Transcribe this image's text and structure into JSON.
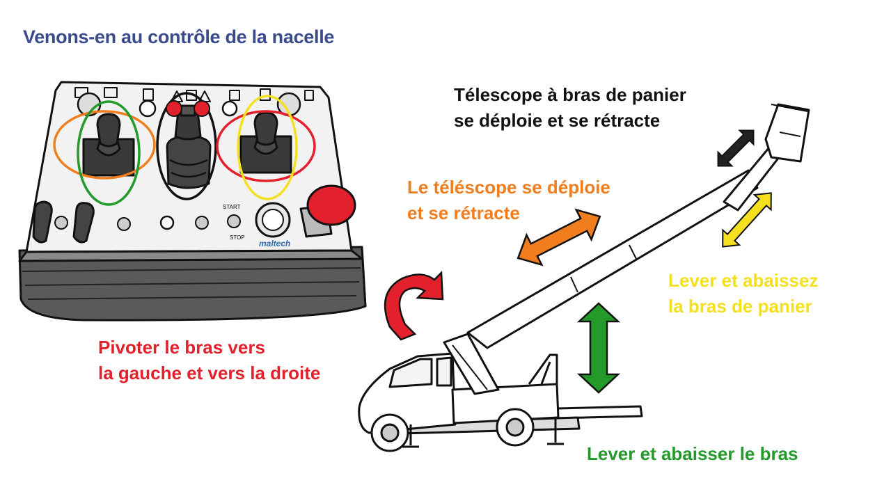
{
  "title": "Venons-en au contrôle de la nacelle",
  "panel": {
    "start_label": "START",
    "stop_label": "STOP",
    "brand": "maltech"
  },
  "labels": {
    "basket_telescope": [
      "Télescope à bras de panier",
      "se déploie et se rétracte"
    ],
    "telescope": [
      "Le téléscope se déploie",
      "et se rétracte"
    ],
    "basket_arm": [
      "Lever et abaissez",
      "la bras de panier"
    ],
    "rotate": [
      "Pivoter le bras vers",
      "la gauche et vers la droite"
    ],
    "lift_arm": [
      "Lever et abaisser le bras"
    ]
  },
  "colors": {
    "title": "#3a4a8c",
    "black": "#111111",
    "orange": "#f07d1e",
    "yellow": "#f5e020",
    "red": "#e2212d",
    "green": "#239a2a"
  }
}
